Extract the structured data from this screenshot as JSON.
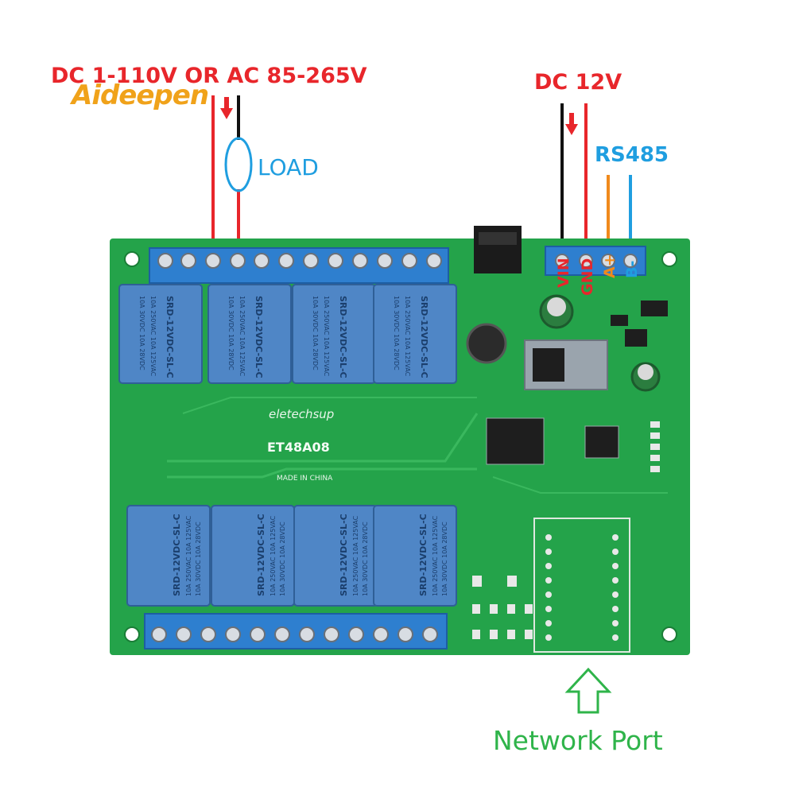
{
  "brand": {
    "logo_text": "Aideepen"
  },
  "labels": {
    "power_input": "DC 1-110V OR AC 85-265V",
    "load": "LOAD",
    "dc12": "DC 12V",
    "rs485": "RS485",
    "network_port": "Network Port"
  },
  "board": {
    "terminal_labels": [
      "VIN",
      "GND",
      "A+",
      "B-"
    ],
    "silk_brand": "eletechsup",
    "silk_model": "ET48A08",
    "silk_made": "MADE IN CHINA",
    "relay_text": "SRD-12VDC-SL-C",
    "relay_rating1": "10A 250VAC 10A 125VAC",
    "relay_rating2": "10A 30VDC 10A 28VDC"
  },
  "colors": {
    "pcb": "#24a34a",
    "relay": "#4f86c6",
    "terminal": "#2e7fcf",
    "wire_red": "#e8262b",
    "wire_black": "#111111",
    "wire_orange": "#f08a1c",
    "wire_blue": "#1f9ee0",
    "arrow_green": "#2fb44a"
  }
}
